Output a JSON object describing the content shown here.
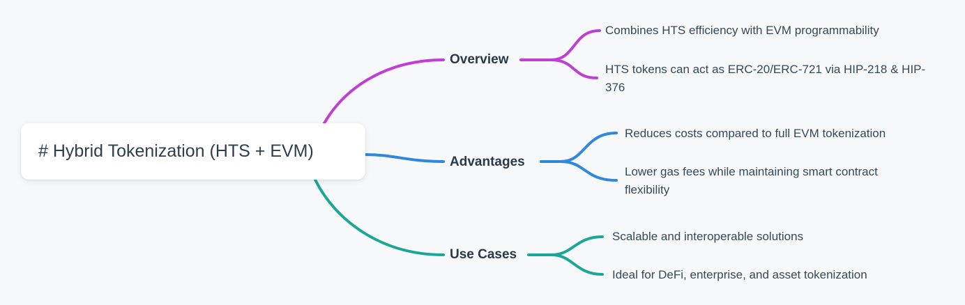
{
  "canvas": {
    "background": "#f7f8fa"
  },
  "root": {
    "label": "# Hybrid Tokenization (HTS + EVM)"
  },
  "branches": [
    {
      "id": "overview",
      "label": "Overview",
      "color": "#bf3fd3",
      "children": [
        "Combines HTS efficiency with EVM programmability",
        "HTS tokens can act as ERC-20/ERC-721 via HIP-218 & HIP-376"
      ]
    },
    {
      "id": "advantages",
      "label": "Advantages",
      "color": "#2f87de",
      "children": [
        "Reduces costs compared to full EVM tokenization",
        "Lower gas fees while maintaining smart contract flexibility"
      ]
    },
    {
      "id": "use-cases",
      "label": "Use Cases",
      "color": "#1aa795",
      "children": [
        "Scalable and interoperable solutions",
        "Ideal for DeFi, enterprise, and asset tokenization"
      ]
    }
  ]
}
